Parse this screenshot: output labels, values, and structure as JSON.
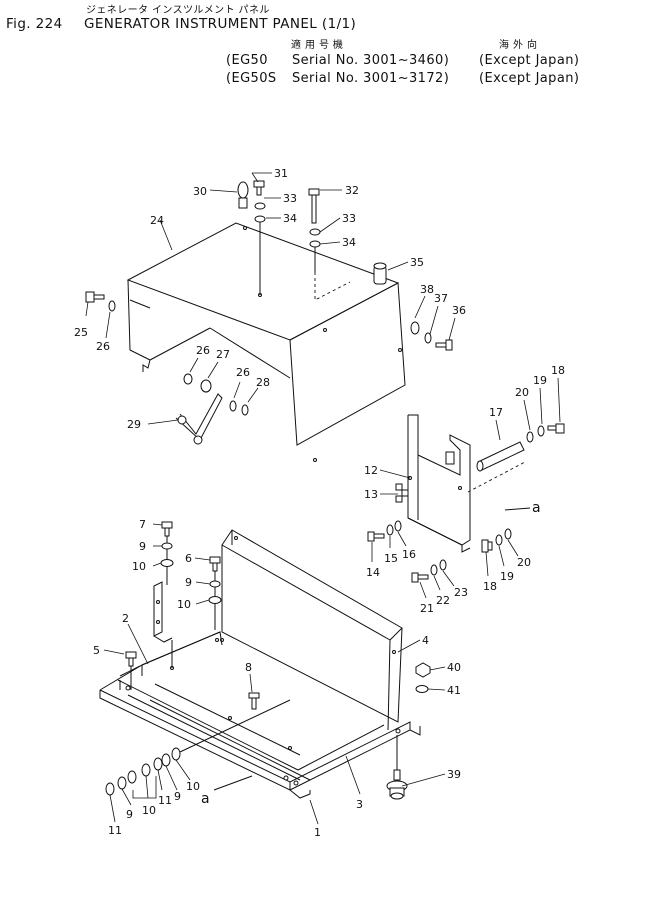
{
  "header": {
    "title_jp": "ジェネレータ インスツルメント パネル",
    "fig_label": "Fig. 224",
    "title_en": "GENERATOR INSTRUMENT PANEL (1/1)",
    "serial_heading_jp": "適 用 号 機",
    "region_heading_jp": "海 外 向",
    "serials": [
      {
        "model": "(EG50",
        "serial": "Serial No. 3001~3460)",
        "region": "(Except Japan)"
      },
      {
        "model": "(EG50S",
        "serial": "Serial No. 3001~3172)",
        "region": "(Except Japan)"
      }
    ]
  },
  "callouts": [
    "1",
    "2",
    "3",
    "4",
    "5",
    "6",
    "7",
    "8",
    "9",
    "10",
    "11",
    "12",
    "13",
    "14",
    "15",
    "16",
    "17",
    "18",
    "19",
    "20",
    "21",
    "22",
    "23",
    "24",
    "25",
    "26",
    "27",
    "28",
    "29",
    "30",
    "31",
    "32",
    "33",
    "34",
    "35",
    "36",
    "37",
    "38",
    "39",
    "40",
    "41",
    "a"
  ]
}
